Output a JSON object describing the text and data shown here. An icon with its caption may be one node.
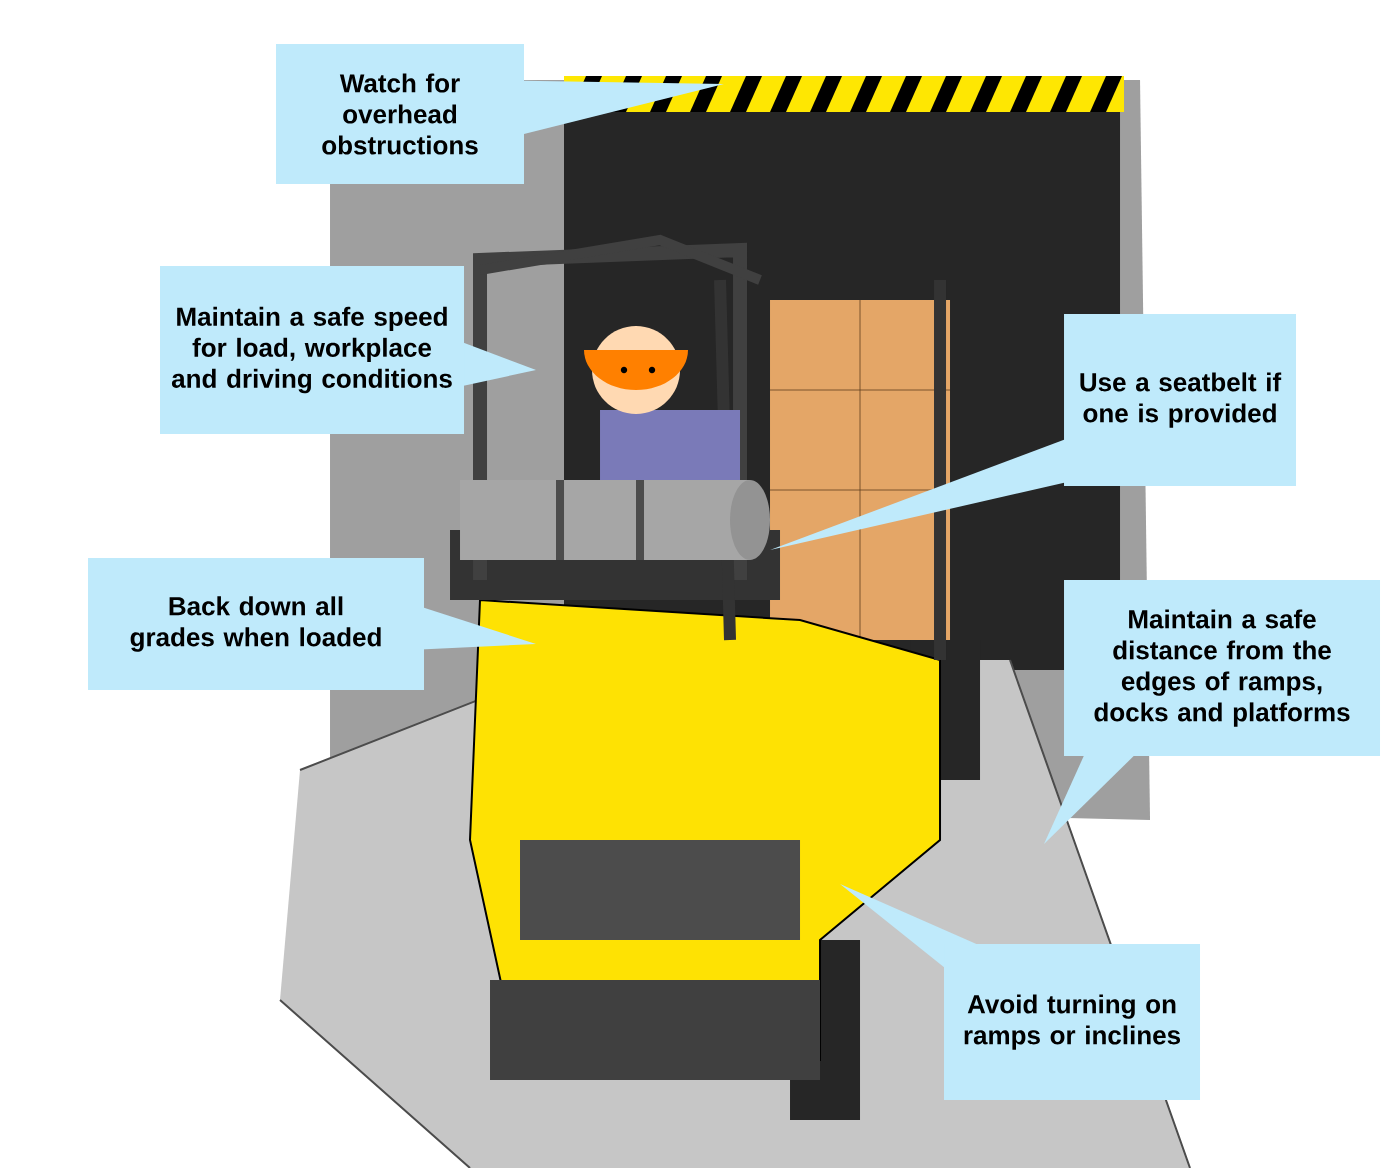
{
  "diagram": {
    "nodes": [
      {
        "text": [
          "Watch for overhead obstructions"
        ]
      },
      {
        "text": [
          "Maintain a safe speed for load, workplace and driving conditions"
        ]
      },
      {
        "text": [
          "Use a seatbelt if one is provided"
        ]
      },
      {
        "text": [
          "Back down all grades when loaded"
        ]
      },
      {
        "text": [
          "Maintain a safe distance from the edges of ramps, docks and platforms"
        ]
      },
      {
        "text": [
          "Avoid turning on ramps or inclines"
        ]
      }
    ]
  }
}
